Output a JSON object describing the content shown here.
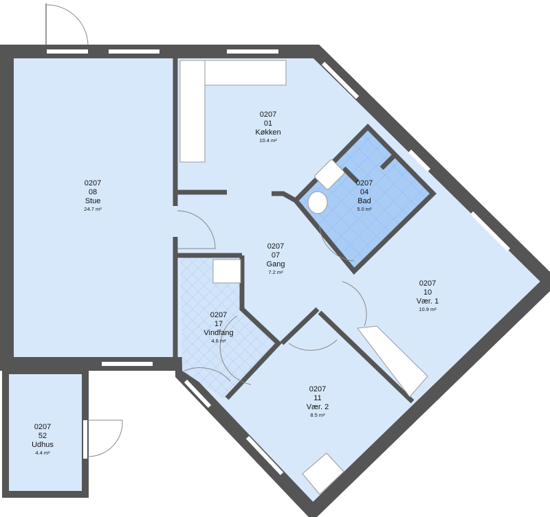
{
  "plan": {
    "colors": {
      "room": "#d7e8fb",
      "bath": "#a9ccf6",
      "wall": "#555555",
      "vindfang": "#cfe2f8"
    },
    "rooms": [
      {
        "code": "0207",
        "no": "01",
        "name": "Køkken",
        "area": "10.4 m²"
      },
      {
        "code": "0207",
        "no": "08",
        "name": "Stue",
        "area": "24.7 m²"
      },
      {
        "code": "0207",
        "no": "04",
        "name": "Bad",
        "area": "5.0 m²"
      },
      {
        "code": "0207",
        "no": "07",
        "name": "Gang",
        "area": "7.2 m²"
      },
      {
        "code": "0207",
        "no": "10",
        "name": "Vær. 1",
        "area": "10.9 m²"
      },
      {
        "code": "0207",
        "no": "17",
        "name": "Vindfang",
        "area": "4.6 m²"
      },
      {
        "code": "0207",
        "no": "11",
        "name": "Vær. 2",
        "area": "8.5 m²"
      },
      {
        "code": "0207",
        "no": "52",
        "name": "Udhus",
        "area": "4.4 m²"
      }
    ]
  }
}
